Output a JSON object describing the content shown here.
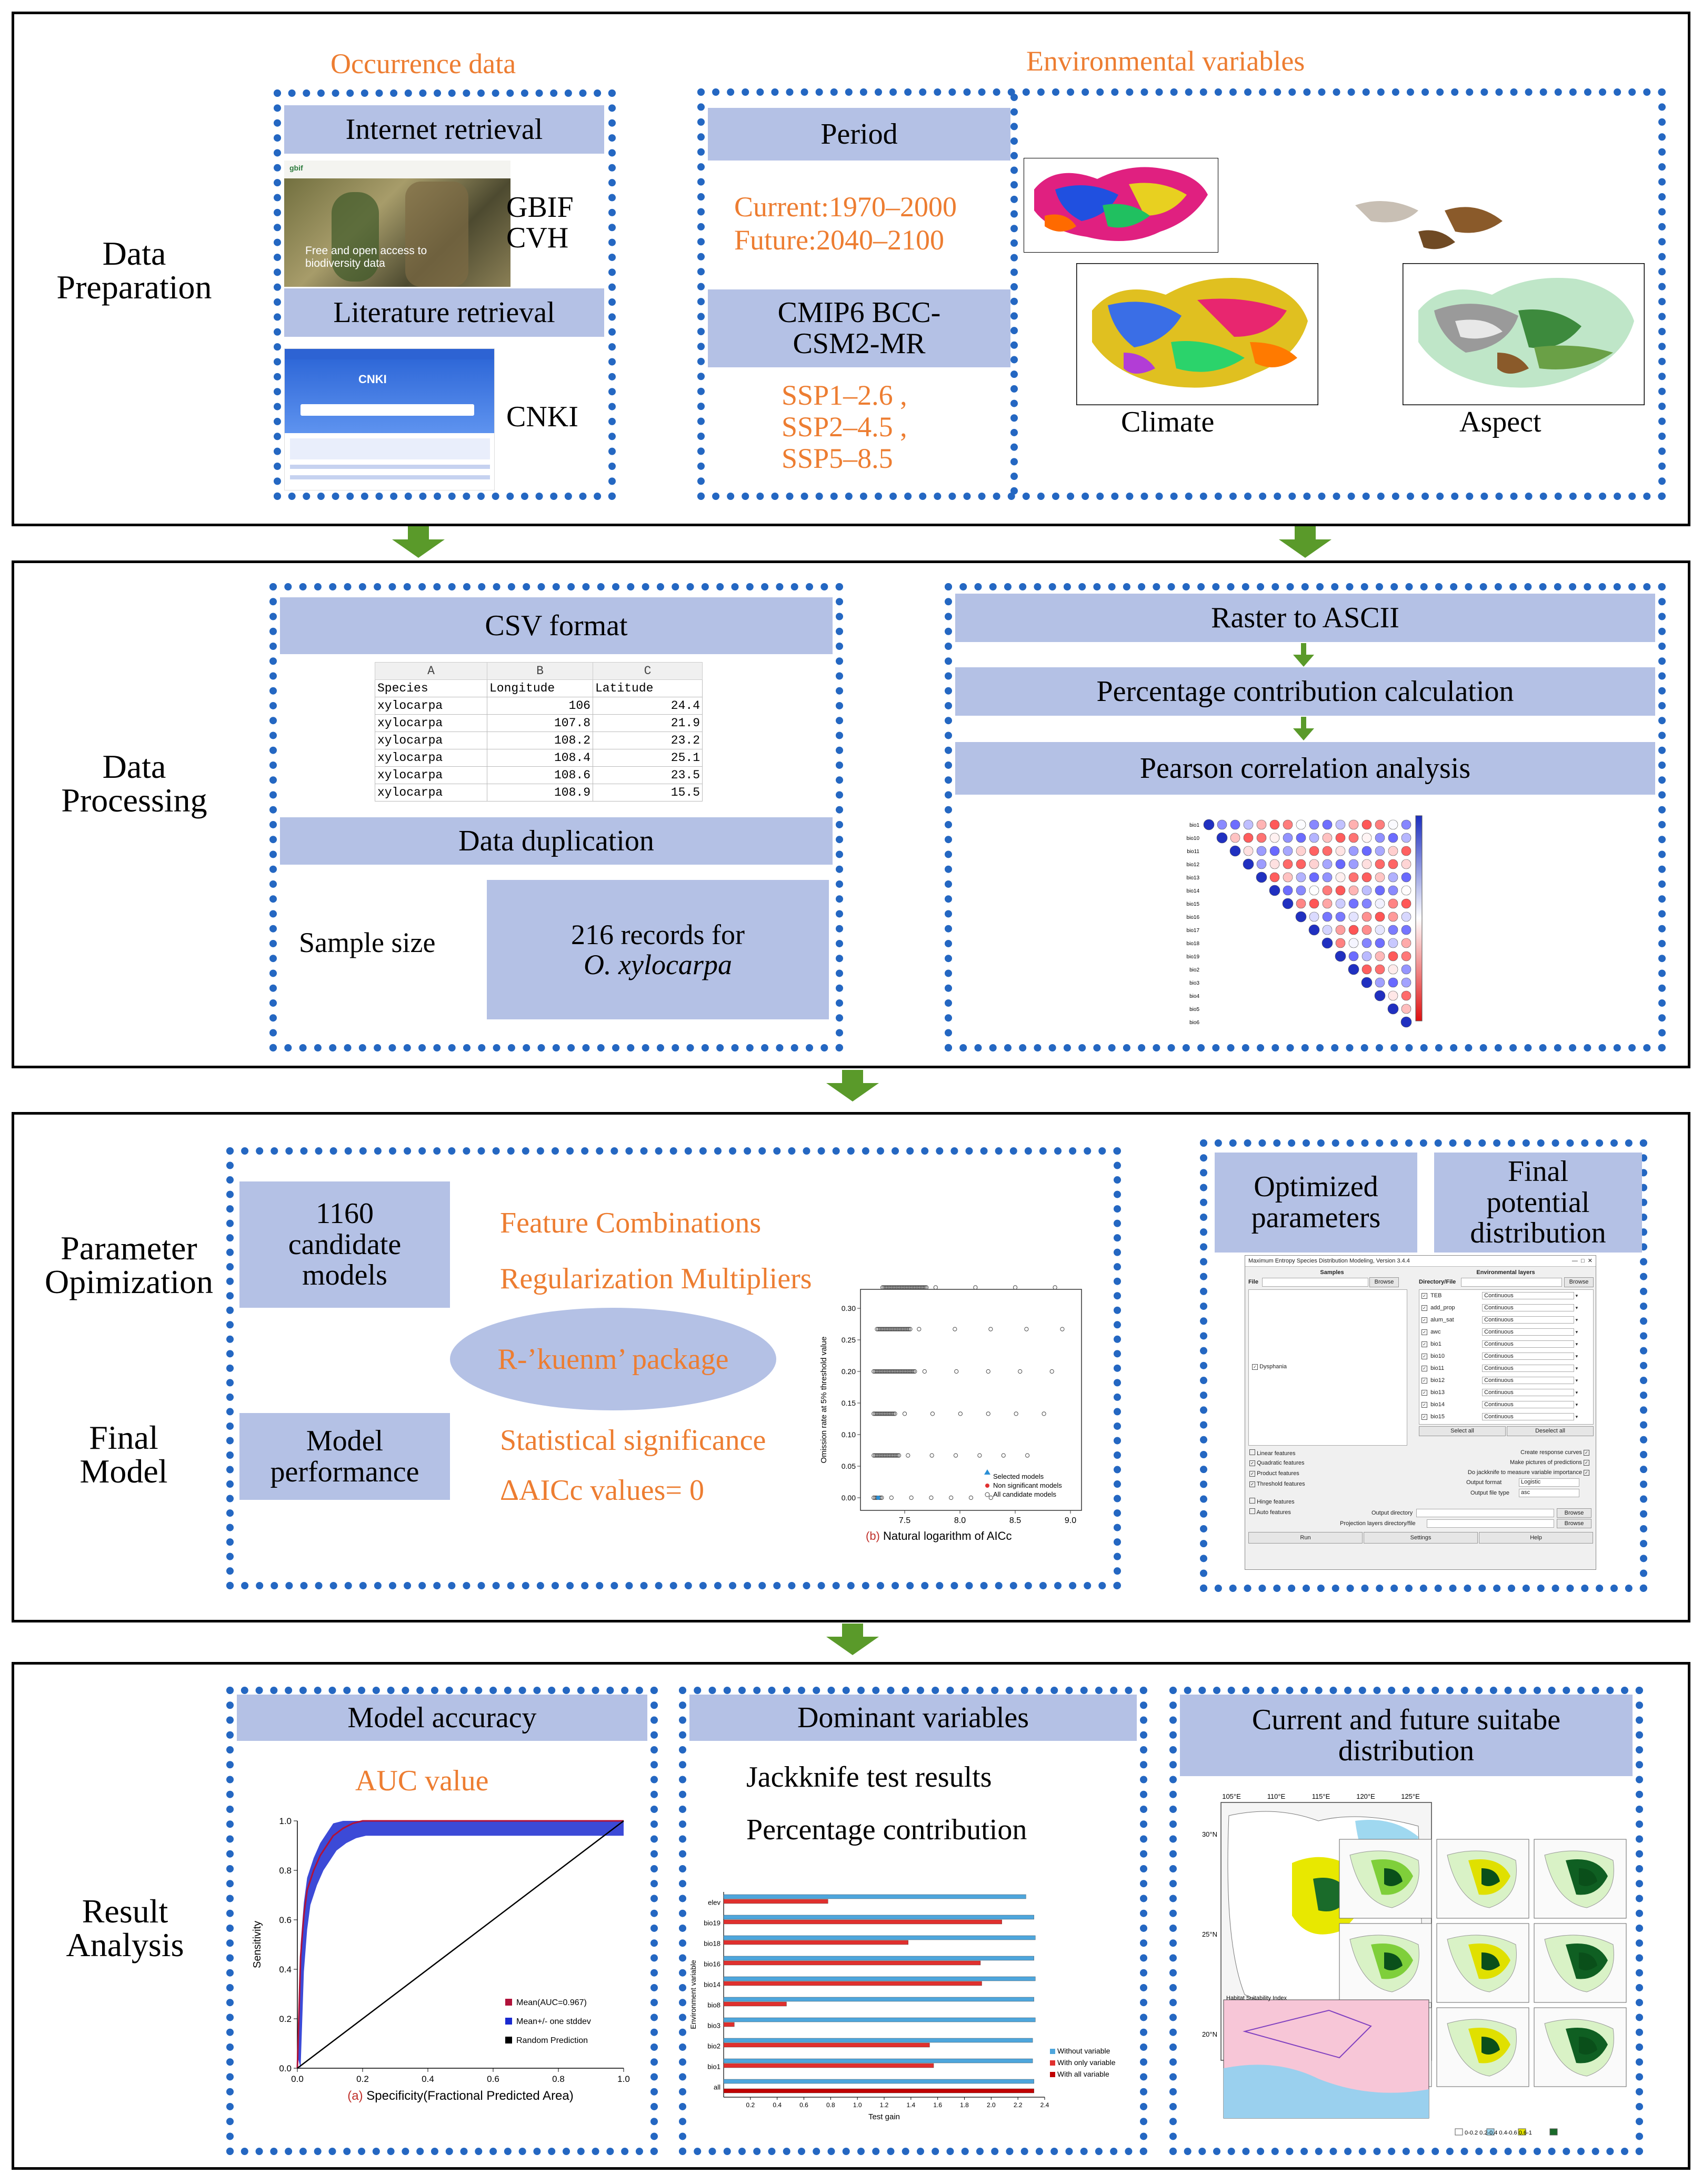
{
  "row_labels": {
    "prep": "Data\nPreparation",
    "proc": "Data\nProcessing",
    "param": "Parameter\nOpimization",
    "final": "Final\nModel",
    "result": "Result\nAnalysis"
  },
  "prep": {
    "occurrence_title": "Occurrence data",
    "env_title": "Environmental variables",
    "internet": "Internet retrieval",
    "gbif": "GBIF",
    "cvh": "CVH",
    "gbif_banner": "Free and open access to biodiversity data",
    "literature": "Literature retrieval",
    "cnki": "CNKI",
    "period": "Period",
    "current": "Current:1970–2000",
    "future": "Future:2040–2100",
    "cmip": "CMIP6 BCC-CSM2-MR",
    "ssp1": "SSP1–2.6 ,",
    "ssp2": "SSP2–4.5 ,",
    "ssp5": "SSP5–8.5",
    "climate": "Climate",
    "aspect": "Aspect"
  },
  "proc": {
    "csv": "CSV format",
    "table_cols": [
      "A",
      "B",
      "C"
    ],
    "table_header": [
      "Species",
      "Longitude",
      "Latitude"
    ],
    "table_rows": [
      [
        "xylocarpa",
        "106",
        "24.4"
      ],
      [
        "xylocarpa",
        "107.8",
        "21.9"
      ],
      [
        "xylocarpa",
        "108.2",
        "23.2"
      ],
      [
        "xylocarpa",
        "108.4",
        "25.1"
      ],
      [
        "xylocarpa",
        "108.6",
        "23.5"
      ],
      [
        "xylocarpa",
        "108.9",
        "15.5"
      ]
    ],
    "dup": "Data duplication",
    "sample_size": "Sample size",
    "records": "216 records for",
    "species": "O. xylocarpa",
    "raster": "Raster to ASCII",
    "percentage": "Percentage contribution calculation",
    "pearson": "Pearson correlation analysis"
  },
  "param": {
    "candidates": "1160 candidate models",
    "feature": "Feature Combinations",
    "regularization": "Regularization Multipliers",
    "kuenm": "R-’kuenm’ package",
    "performance": "Model performance",
    "significance": "Statistical significance",
    "aicc": "ΔAICc values= 0",
    "optimized": "Optimized parameters",
    "final_dist": "Final potential distribution",
    "plot_caption_letter": "(b)",
    "plot_caption": "Natural logarithm of AICc",
    "plot_ylabel": "Omission rate at 5% threshold value",
    "plot_legend": [
      "Selected models",
      "Non significant models",
      "All candidate models"
    ]
  },
  "maxent": {
    "title": "Maximum Entropy Species Distribution Modeling, Version 3.4.4",
    "samples": "Samples",
    "env_layers": "Environmental layers",
    "file_label": "File",
    "dir_label": "Directory/File",
    "browse": "Browse",
    "species_item": "Dysphania",
    "layers": [
      "TEB",
      "add_prop",
      "alum_sat",
      "awc",
      "bio1",
      "bio10",
      "bio11",
      "bio12",
      "bio13",
      "bio14",
      "bio15"
    ],
    "layer_type": "Continuous",
    "select_all": "Select all",
    "deselect_all": "Deselect all",
    "left_opts": [
      "Linear features",
      "Quadratic features",
      "Product features",
      "Threshold features",
      "Hinge features",
      "Auto features"
    ],
    "right_opts": [
      "Create response curves",
      "Make pictures of predictions",
      "Do jackknife to measure variable importance"
    ],
    "output_format": "Output format",
    "logistic": "Logistic",
    "file_type": "Output file type",
    "asc": "asc",
    "output_dir": "Output directory",
    "projection": "Projection layers directory/file",
    "run": "Run",
    "settings": "Settings",
    "help": "Help"
  },
  "result": {
    "model_accuracy": "Model accuracy",
    "auc": "AUC value",
    "roc_ylabel": "Sensitivity",
    "roc_xlabel": "Specificity(Fractional Predicted Area)",
    "roc_letter": "(a)",
    "roc_legend": [
      "Mean(AUC=0.967)",
      "Mean+/- one stddev",
      "Random Prediction"
    ],
    "dominant": "Dominant variables",
    "jackknife": "Jackknife test results",
    "percentage": "Percentage contribution",
    "jk_ylabel": "Environment variable",
    "jk_xlabel": "Test gain",
    "jk_legend": [
      "Without variable",
      "With only variable",
      "With all variable"
    ],
    "current_future": "Current and future suitabe distribution",
    "map_legend_title": "Habitat Suitability Index",
    "map_scale": "0-0.2  0.2-0.4  0.4-0.6  0.6-1"
  },
  "chart_data": [
    {
      "type": "line",
      "title": "",
      "xlabel": "Specificity(Fractional Predicted Area)",
      "ylabel": "Sensitivity",
      "x_ticks": [
        0.0,
        0.2,
        0.4,
        0.6,
        0.8,
        1.0
      ],
      "y_ticks": [
        0.0,
        0.2,
        0.4,
        0.6,
        0.8,
        1.0
      ],
      "xlim": [
        0,
        1
      ],
      "ylim": [
        0,
        1
      ],
      "series": [
        {
          "name": "Mean(AUC=0.967)",
          "color": "#b0123a",
          "x": [
            0,
            0.01,
            0.02,
            0.03,
            0.05,
            0.07,
            0.09,
            0.11,
            0.14,
            0.17,
            0.2,
            0.3,
            1.0
          ],
          "y": [
            0,
            0.45,
            0.62,
            0.72,
            0.8,
            0.86,
            0.9,
            0.94,
            0.97,
            0.99,
            1.0,
            1.0,
            1.0
          ]
        },
        {
          "name": "Random Prediction",
          "color": "#000000",
          "x": [
            0,
            1
          ],
          "y": [
            0,
            1
          ]
        }
      ]
    },
    {
      "type": "bar",
      "title": "",
      "xlabel": "Test gain",
      "ylabel": "Environment variable",
      "categories": [
        "elev",
        "bio19",
        "bio18",
        "bio16",
        "bio14",
        "bio8",
        "bio3",
        "bio2",
        "bio1",
        "all"
      ],
      "x_ticks": [
        0.2,
        0.4,
        0.6,
        0.8,
        1.0,
        1.2,
        1.4,
        1.6,
        1.8,
        2.0,
        2.2,
        2.4
      ],
      "xlim": [
        0,
        2.4
      ],
      "series": [
        {
          "name": "Without variable",
          "color": "#4ea6dc",
          "values": [
            2.26,
            2.32,
            2.33,
            2.32,
            2.33,
            2.32,
            2.33,
            2.31,
            2.31,
            2.32
          ]
        },
        {
          "name": "With only variable",
          "color": "#e0302e",
          "values": [
            0.78,
            2.08,
            1.38,
            1.92,
            1.93,
            0.47,
            0.08,
            1.54,
            1.57,
            0
          ]
        },
        {
          "name": "With all variable",
          "color": "#c00000",
          "values": [
            0,
            0,
            0,
            0,
            0,
            0,
            0,
            0,
            0,
            2.32
          ]
        }
      ]
    }
  ]
}
